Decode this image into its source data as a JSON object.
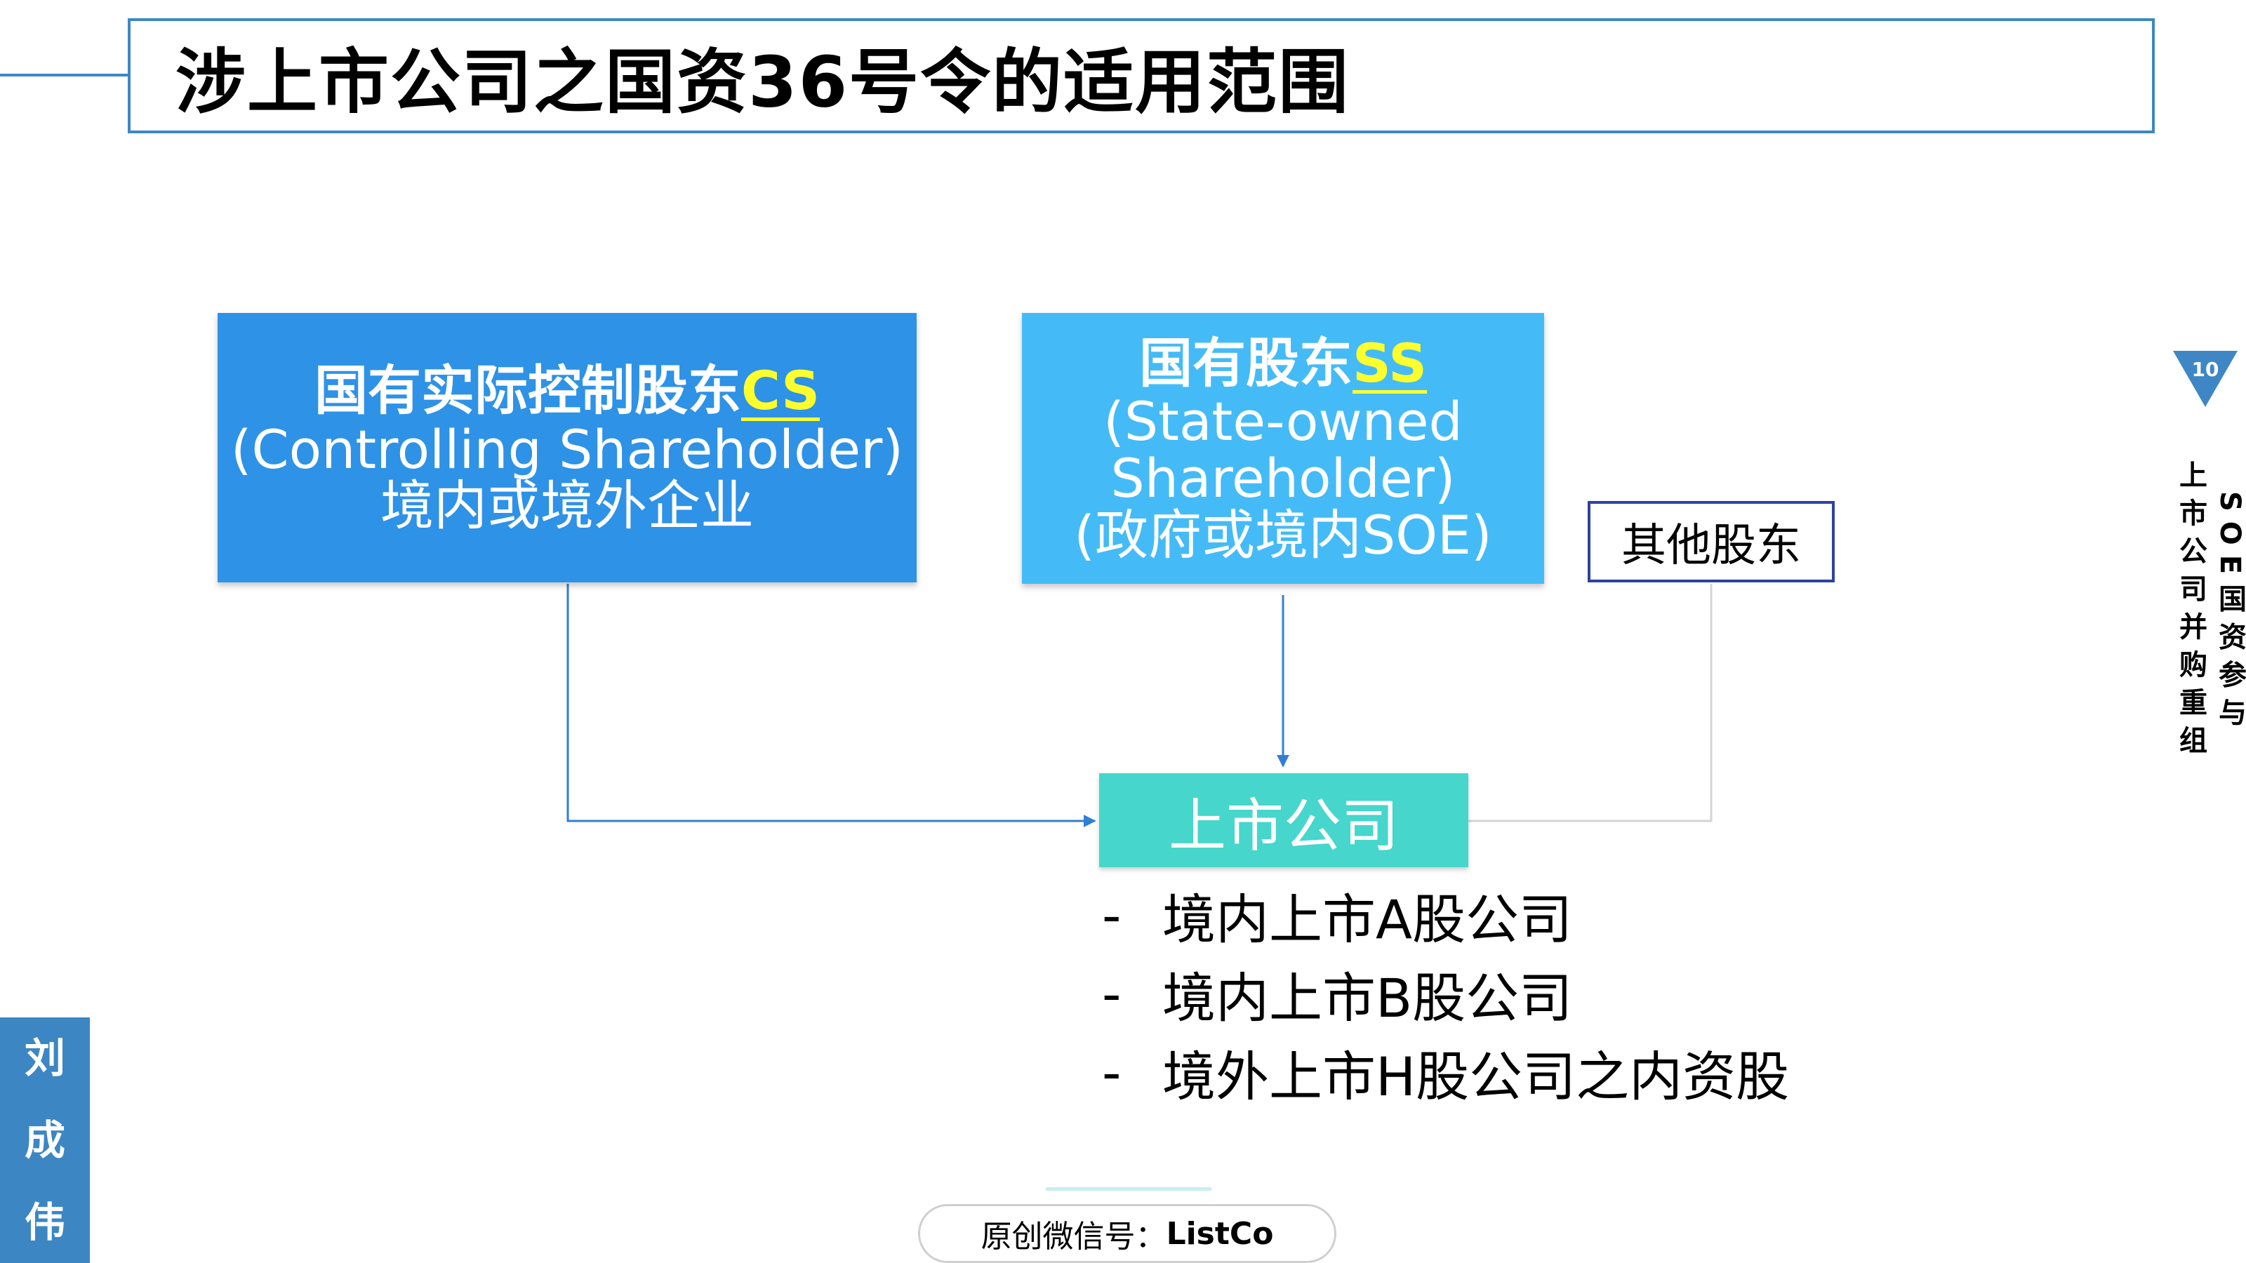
{
  "header": {
    "title": "涉上市公司之国资36号令的适用范围"
  },
  "diagram": {
    "cs_box": {
      "title": "国有实际控制股东",
      "highlight": "CS",
      "lines": [
        "(Controlling Shareholder)",
        "境内或境外企业"
      ]
    },
    "ss_box": {
      "title": "国有股东",
      "highlight": "SS",
      "lines": [
        "(State-owned",
        "Shareholder)",
        "(政府或境内SOE)"
      ]
    },
    "others_box": {
      "label": "其他股东"
    },
    "listed_box": {
      "label": "上市公司"
    },
    "listed_types": [
      {
        "dash": "-",
        "text": "境内上市A股公司"
      },
      {
        "dash": "-",
        "text": "境内上市B股公司"
      },
      {
        "dash": "-",
        "text": "境外上市H股公司之内资股"
      }
    ]
  },
  "sidebar": {
    "page_number": "10",
    "column_1": "SOE国资参与",
    "column_2": "上市公司并购重组"
  },
  "author": {
    "chars": [
      "刘",
      "成",
      "伟"
    ]
  },
  "footer": {
    "label": "原创微信号：",
    "account": "ListCo"
  },
  "colors": {
    "accent_blue": "#3e87c4",
    "cs_fill": "#2e92e6",
    "ss_fill": "#44bbf7",
    "listed_fill": "#46d6cc",
    "highlight_yellow": "#ffff2e",
    "others_border": "#2d42a6",
    "connector_blue": "#2f7fd4",
    "connector_grey": "#d4d4d4"
  }
}
